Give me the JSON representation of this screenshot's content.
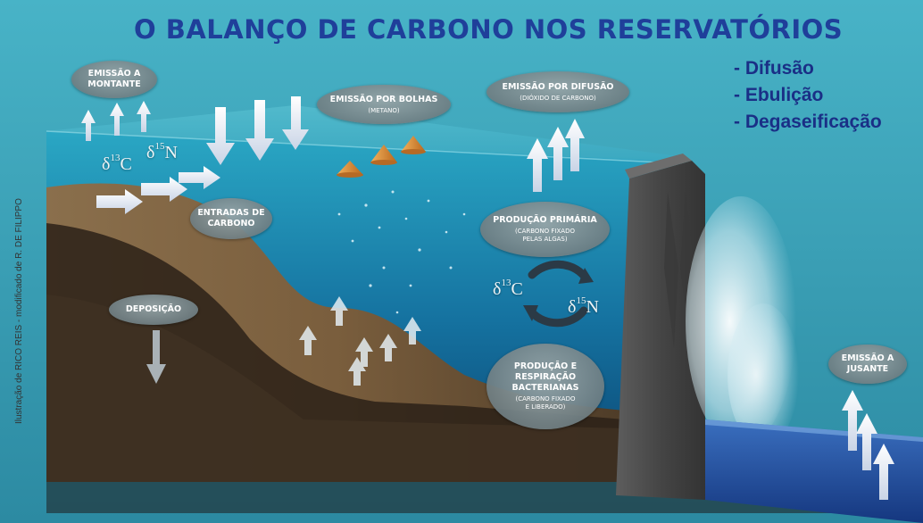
{
  "title": "O BALANÇO DE CARBONO NOS RESERVATÓRIOS",
  "legend": [
    "- Difusão",
    "- Ebulição",
    "- Degaseificação"
  ],
  "credit": "Ilustração de RICO REIS - modificado de R. DE FILIPPO",
  "bubbles": {
    "montante": {
      "main": "EMISSÃO A\nMONTANTE"
    },
    "bolhas": {
      "main": "EMISSÃO POR BOLHAS",
      "sub": "(METANO)"
    },
    "difusao": {
      "main": "EMISSÃO POR DIFUSÃO",
      "sub": "(DIÓXIDO DE CARBONO)"
    },
    "entradas": {
      "main": "ENTRADAS DE\nCARBONO"
    },
    "producao_primaria": {
      "main": "PRODUÇÃO PRIMÁRIA",
      "sub": "(CARBONO FIXADO\nPELAS ALGAS)"
    },
    "deposicao": {
      "main": "DEPOSIÇÃO"
    },
    "bacterianas": {
      "main": "PRODUÇÃO E\nRESPIRAÇÃO\nBACTERIANAS",
      "sub": "(CARBONO FIXADO\nE LIBERADO)"
    },
    "jusante": {
      "main": "EMISSÃO A\nJUSANTE"
    }
  },
  "isotopes": {
    "input_c": {
      "symbol": "δ",
      "mass": "13",
      "element": "C"
    },
    "input_n": {
      "symbol": "δ",
      "mass": "15",
      "element": "N"
    },
    "cycle_c": {
      "symbol": "δ",
      "mass": "13",
      "element": "C"
    },
    "cycle_n": {
      "symbol": "δ",
      "mass": "15",
      "element": "N"
    }
  }
}
